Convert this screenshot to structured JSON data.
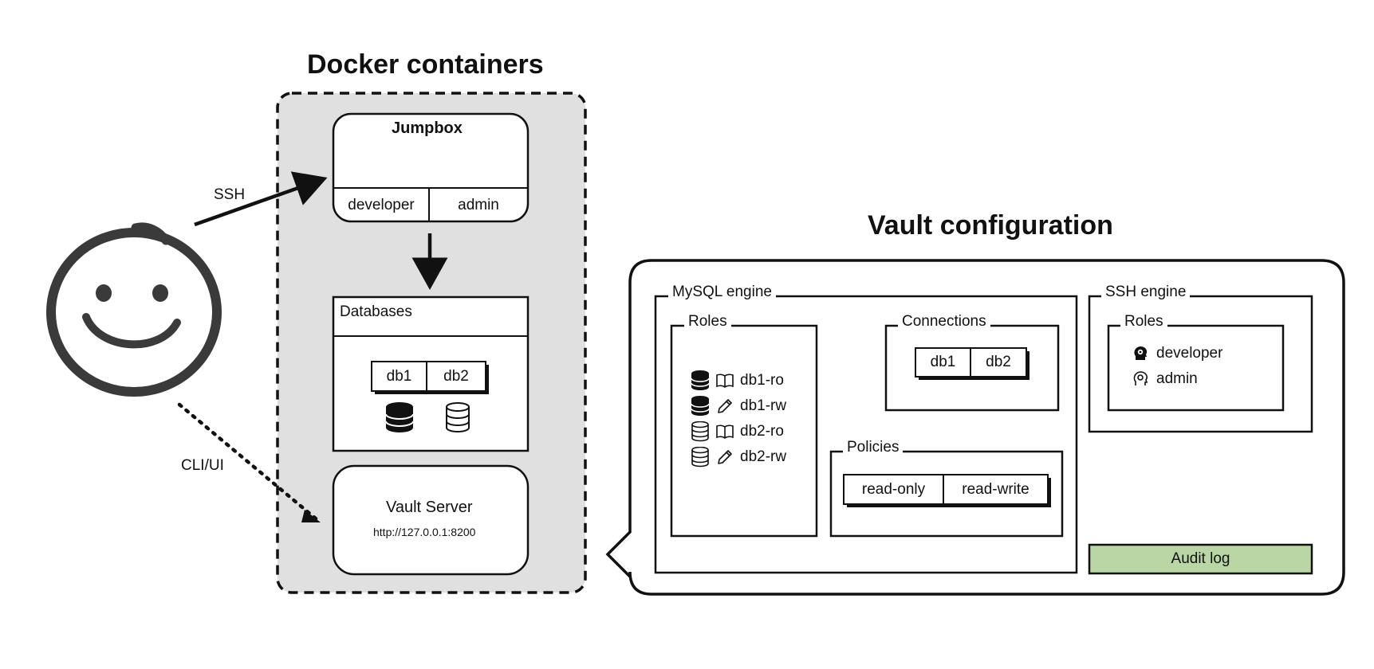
{
  "docker": {
    "title": "Docker containers",
    "jumpbox": {
      "title": "Jumpbox",
      "users": [
        "developer",
        "admin"
      ]
    },
    "databases": {
      "title": "Databases",
      "items": [
        "db1",
        "db2"
      ]
    },
    "vault_server": {
      "title": "Vault Server",
      "url": "http://127.0.0.1:8200"
    }
  },
  "edges": {
    "ssh": "SSH",
    "cli": "CLI/UI"
  },
  "vault": {
    "title": "Vault configuration",
    "mysql_engine": {
      "title": "MySQL engine",
      "roles": {
        "title": "Roles",
        "items": [
          {
            "label": "db1-ro",
            "db_icon": "database-filled-icon",
            "perm_icon": "book-icon"
          },
          {
            "label": "db1-rw",
            "db_icon": "database-filled-icon",
            "perm_icon": "pencil-icon"
          },
          {
            "label": "db2-ro",
            "db_icon": "database-outline-icon",
            "perm_icon": "book-icon"
          },
          {
            "label": "db2-rw",
            "db_icon": "database-outline-icon",
            "perm_icon": "pencil-icon"
          }
        ]
      },
      "connections": {
        "title": "Connections",
        "items": [
          "db1",
          "db2"
        ]
      },
      "policies": {
        "title": "Policies",
        "items": [
          "read-only",
          "read-write"
        ]
      }
    },
    "ssh_engine": {
      "title": "SSH engine",
      "roles": {
        "title": "Roles",
        "items": [
          "developer",
          "admin"
        ]
      }
    },
    "audit_log": {
      "label": "Audit log",
      "color": "#b9d6a4"
    }
  },
  "colors": {
    "docker_bg": "#e0e0e0",
    "stroke": "#111111"
  }
}
